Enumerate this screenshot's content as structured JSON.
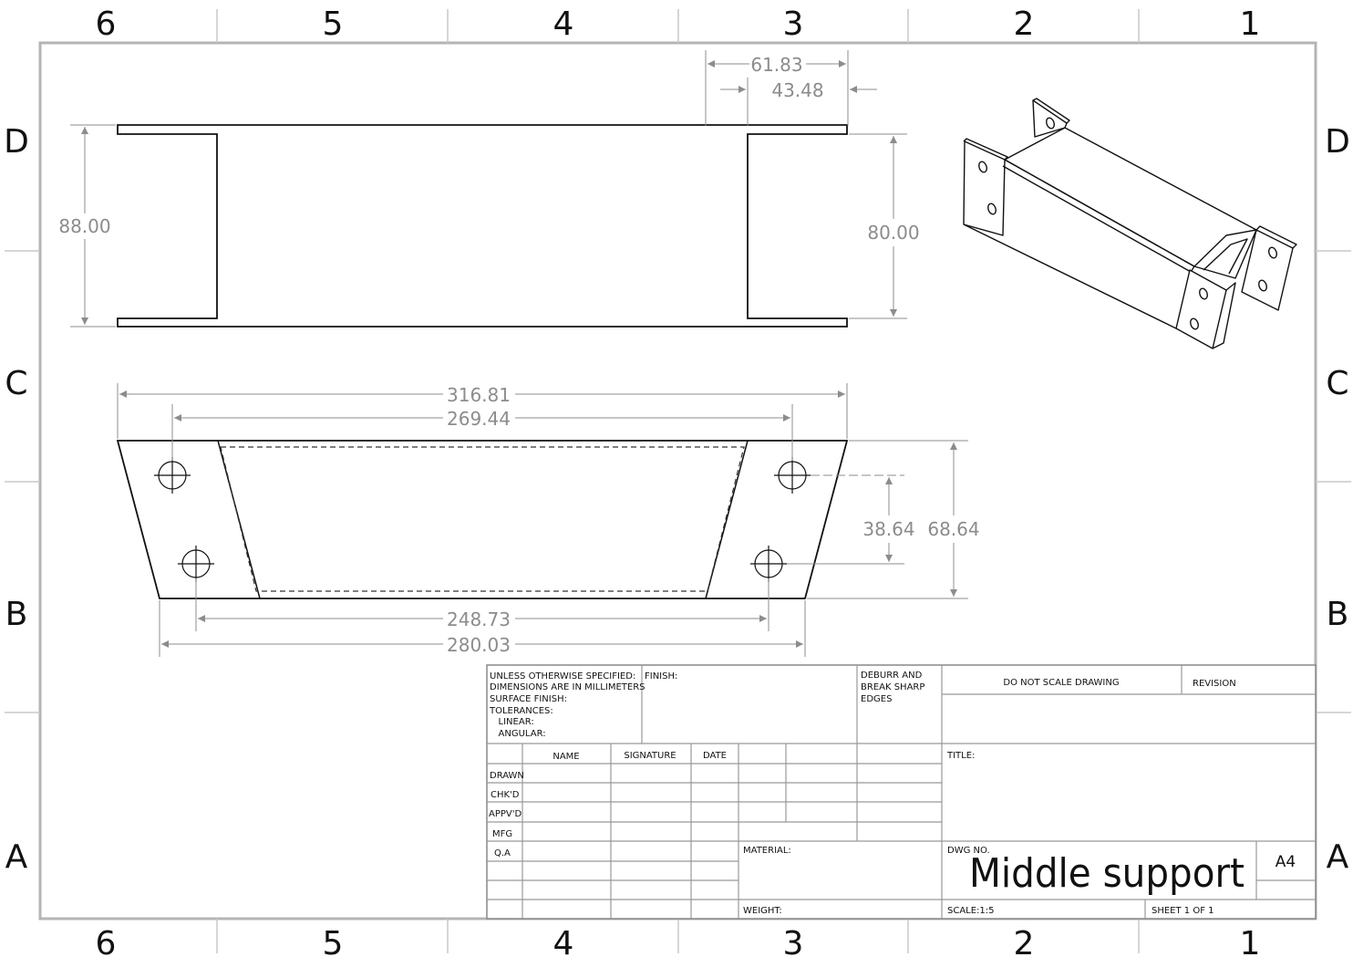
{
  "zones": {
    "columns": [
      "6",
      "5",
      "4",
      "3",
      "2",
      "1"
    ],
    "rows": [
      "D",
      "C",
      "B",
      "A"
    ]
  },
  "dimensions": {
    "front_view": {
      "d1": "61.83",
      "d2": "43.48",
      "d3": "88.00",
      "d4": "80.00"
    },
    "top_view": {
      "d1": "316.81",
      "d2": "269.44",
      "d3": "248.73",
      "d4": "280.03",
      "d5": "38.64",
      "d6": "68.64"
    }
  },
  "title_block": {
    "spec_lines": [
      "UNLESS OTHERWISE SPECIFIED:",
      "DIMENSIONS ARE IN MILLIMETERS",
      "SURFACE FINISH:",
      "TOLERANCES:",
      "   LINEAR:",
      "   ANGULAR:"
    ],
    "finish_label": "FINISH:",
    "deburr_lines": [
      "DEBURR AND",
      "BREAK SHARP",
      "EDGES"
    ],
    "do_not_scale": "DO NOT SCALE DRAWING",
    "revision_label": "REVISION",
    "col_name": "NAME",
    "col_signature": "SIGNATURE",
    "col_date": "DATE",
    "rows": [
      "DRAWN",
      "CHK'D",
      "APPV'D",
      "MFG",
      "Q.A"
    ],
    "title_label": "TITLE:",
    "material_label": "MATERIAL:",
    "dwg_no_label": "DWG NO.",
    "drawing_title": "Middle support",
    "sheet_size": "A4",
    "weight_label": "WEIGHT:",
    "scale": "SCALE:1:5",
    "sheet": "SHEET 1 OF 1"
  },
  "colors": {
    "line": "#111111",
    "dimension": "#8c8c8c",
    "border": "#b4b4b4"
  }
}
